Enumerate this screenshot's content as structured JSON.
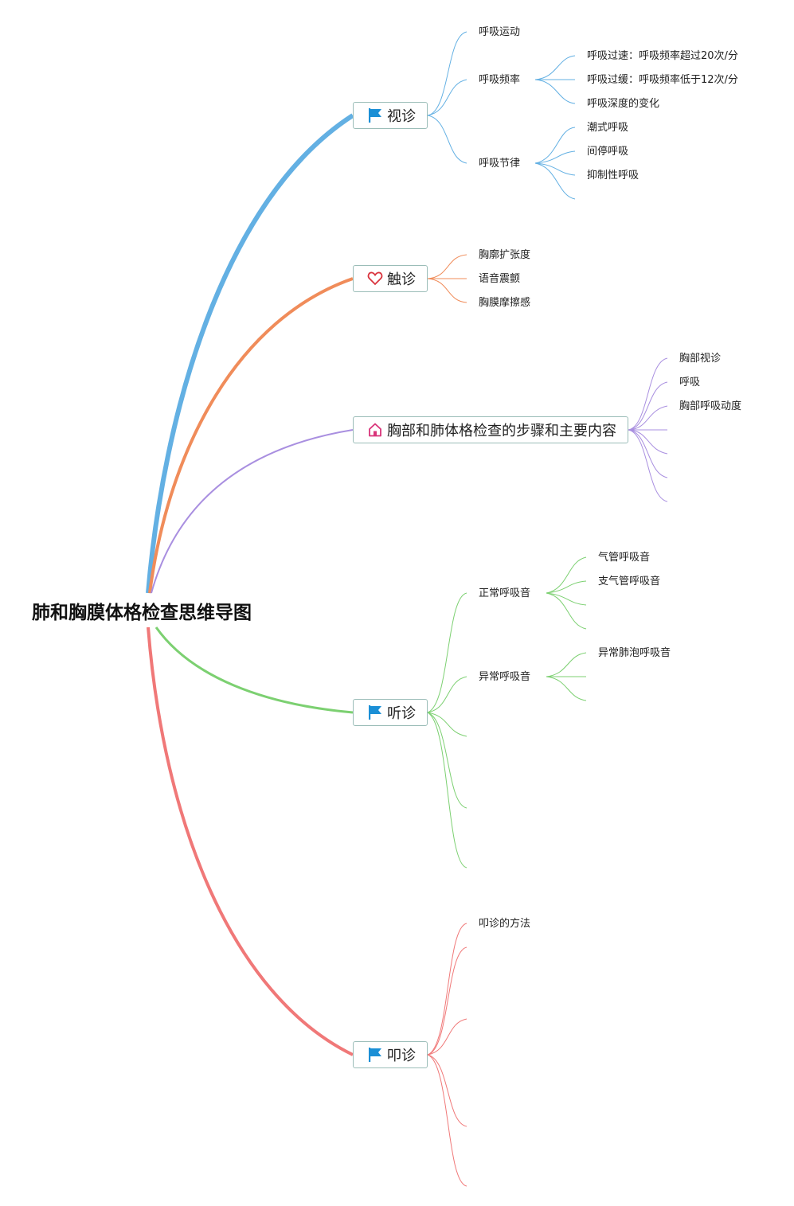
{
  "root": {
    "title": "肺和胸膜体格检查思维导图"
  },
  "branches": {
    "shizhen": {
      "label": "视诊",
      "icon": "flag-icon",
      "color": "#63b0e3",
      "children": [
        "呼吸运动",
        "呼吸频率",
        "呼吸节律"
      ],
      "freq_children": [
        "呼吸过速：呼吸频率超过20次/分",
        "呼吸过缓：呼吸频率低于12次/分",
        "呼吸深度的变化"
      ],
      "rhythm_children": [
        "潮式呼吸",
        "间停呼吸",
        "抑制性呼吸"
      ]
    },
    "chuzhen": {
      "label": "触诊",
      "icon": "heart-icon",
      "color": "#f08c5a",
      "children": [
        "胸廓扩张度",
        "语音震颤",
        "胸膜摩擦感"
      ]
    },
    "main": {
      "label": "胸部和肺体格检查的步骤和主要内容",
      "icon": "home-icon",
      "color": "#a98fe0",
      "children": [
        "胸部视诊",
        "呼吸",
        "胸部呼吸动度"
      ]
    },
    "tingzhen": {
      "label": "听诊",
      "icon": "flag-icon",
      "color": "#7cd071",
      "children": [
        "正常呼吸音",
        "异常呼吸音"
      ],
      "normal_children": [
        "气管呼吸音",
        "支气管呼吸音"
      ],
      "abnormal_children": [
        "异常肺泡呼吸音"
      ]
    },
    "kouzhen": {
      "label": "叩诊",
      "icon": "flag-icon",
      "color": "#f07878",
      "children": [
        "叩诊的方法"
      ]
    }
  }
}
